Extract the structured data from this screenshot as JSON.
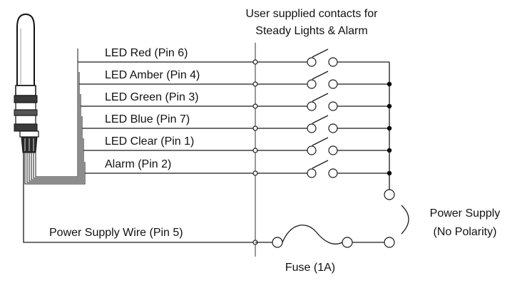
{
  "header_note": {
    "line1": "User supplied contacts for",
    "line2": "Steady Lights & Alarm"
  },
  "wires": [
    {
      "label": "LED Red (Pin 6)"
    },
    {
      "label": "LED Amber (Pin 4)"
    },
    {
      "label": "LED Green (Pin 3)"
    },
    {
      "label": "LED Blue (Pin 7)"
    },
    {
      "label": "LED Clear (Pin 1)"
    },
    {
      "label": "Alarm (Pin 2)"
    }
  ],
  "power_wire": {
    "label": "Power Supply Wire (Pin 5)"
  },
  "power_supply": {
    "line1": "Power Supply",
    "line2": "(No Polarity)"
  },
  "fuse": {
    "label": "Fuse (1A)"
  }
}
